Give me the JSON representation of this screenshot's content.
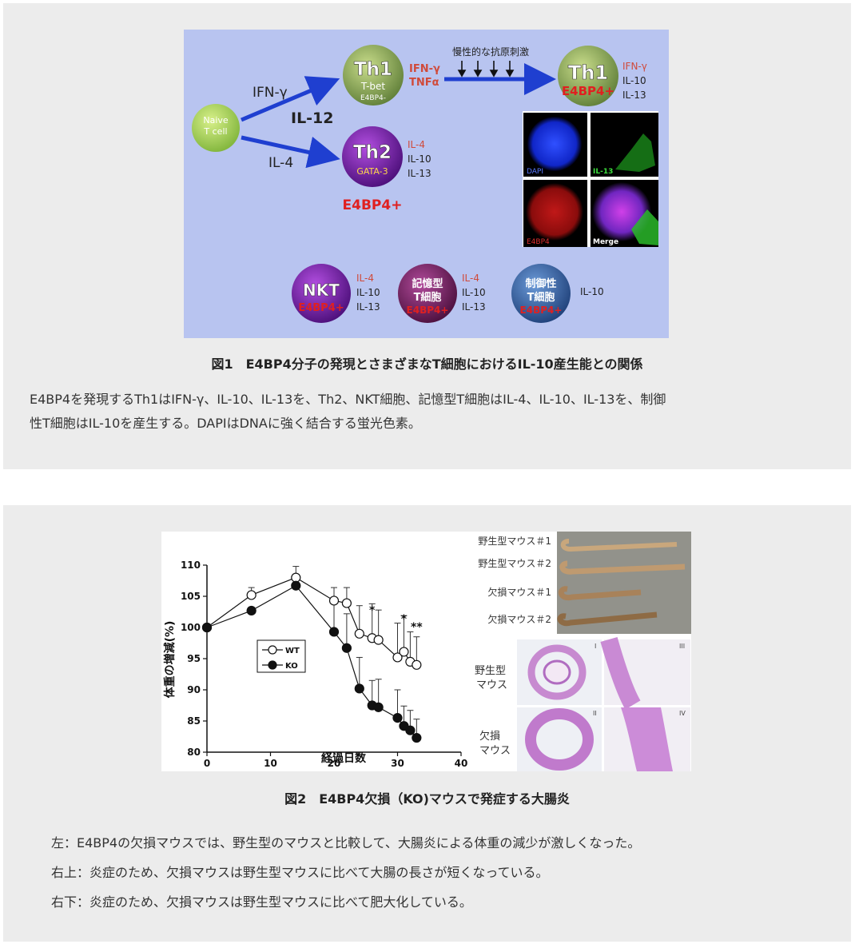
{
  "figure1": {
    "title": "図1　E4BP4分子の発現とさまざまなT細胞におけるIL-10産生能との関係",
    "caption_line1": "E4BP4を発現するTh1はIFN-γ、IL-10、IL-13を、Th2、NKT細胞、記憶型T細胞はIL-4、IL-10、IL-13を、制御",
    "caption_line2": "性T細胞はIL-10を産生する。DAPIはDNAに強く結合する蛍光色素。",
    "diagram": {
      "naive_l1": "Naive",
      "naive_l2": "T cell",
      "arrow_ifng": "IFN-γ",
      "arrow_il12": "IL-12",
      "arrow_il4": "IL-4",
      "th1_name": "Th1",
      "th1_sub1": "T-bet",
      "th1_sub2": "E4BP4-",
      "th1_out1": "IFN-γ",
      "th1_out2": "TNFα",
      "chronic": "慢性的な抗原刺激",
      "th1b_name": "Th1",
      "th1b_e4bp4": "E4BP4+",
      "th1b_out1": "IFN-γ",
      "th1b_out2": "IL-10",
      "th1b_out3": "IL-13",
      "th2_name": "Th2",
      "th2_sub": "GATA-3",
      "th2_out1": "IL-4",
      "th2_out2": "IL-10",
      "th2_out3": "IL-13",
      "th2_e4bp4": "E4BP4+",
      "micro_dapi": "DAPI",
      "micro_il13": "IL-13",
      "micro_e4bp4": "E4BP4",
      "micro_merge": "Merge",
      "nkt_name": "NKT",
      "nkt_e4bp4": "E4BP4+",
      "nkt_out1": "IL-4",
      "nkt_out2": "IL-10",
      "nkt_out3": "IL-13",
      "mem_l1": "記憶型",
      "mem_l2": "T細胞",
      "mem_e4bp4": "E4BP4+",
      "mem_out1": "IL-4",
      "mem_out2": "IL-10",
      "mem_out3": "IL-13",
      "treg_l1": "制御性",
      "treg_l2": "T細胞",
      "treg_e4bp4": "E4BP4+",
      "treg_out1": "IL-10"
    }
  },
  "figure2": {
    "title": "図2　E4BP4欠損（KO)マウスで発症する大腸炎",
    "captions": [
      "左：E4BP4の欠損マウスでは、野生型のマウスと比較して、大腸炎による体重の減少が激しくなった。",
      "右上：炎症のため、欠損マウスは野生型マウスに比べて大腸の長さが短くなっている。",
      "右下：炎症のため、欠損マウスは野生型マウスに比べて肥大化している。"
    ],
    "photo_labels": {
      "wt1": "野生型マウス＃1",
      "wt2": "野生型マウス＃2",
      "ko1": "欠損マウス＃1",
      "ko2": "欠損マウス＃2",
      "wt_hist_l1": "野生型",
      "wt_hist_l2": "マウス",
      "ko_hist_l1": "欠損",
      "ko_hist_l2": "マウス",
      "hist_i": "I",
      "hist_ii": "II",
      "hist_iii": "III",
      "hist_iv": "IV"
    }
  },
  "chart_data": {
    "type": "line",
    "xlabel": "経過日数",
    "ylabel": "体重の増減(%)",
    "xlim": [
      0,
      40
    ],
    "ylim": [
      80,
      110
    ],
    "xticks": [
      "0",
      "10",
      "20",
      "30",
      "40"
    ],
    "yticks": [
      "80",
      "85",
      "90",
      "95",
      "100",
      "105",
      "110"
    ],
    "legend_position": "left-middle",
    "significance": [
      "*",
      "*",
      "**"
    ],
    "series": [
      {
        "name": "WT",
        "marker": "open-circle",
        "x": [
          0,
          7,
          14,
          20,
          22,
          24,
          26,
          27,
          30,
          31,
          32,
          33
        ],
        "y": [
          100,
          105.2,
          108,
          104.3,
          103.9,
          99,
          98.3,
          98,
          95.2,
          96.1,
          94.5,
          94
        ],
        "err": [
          0,
          1.2,
          1.8,
          2.1,
          2.5,
          4.5,
          5.5,
          4.8,
          5.5,
          5.8,
          4.8,
          4.5
        ]
      },
      {
        "name": "KO",
        "marker": "filled-circle",
        "x": [
          0,
          7,
          14,
          20,
          22,
          24,
          26,
          27,
          30,
          31,
          32,
          33
        ],
        "y": [
          100,
          102.7,
          106.7,
          99.3,
          96.7,
          90.2,
          87.5,
          87.2,
          85.5,
          84.2,
          83.5,
          82.3
        ],
        "err": [
          0,
          0,
          0,
          4.5,
          5.5,
          5,
          4,
          4.5,
          4.5,
          3.2,
          3.2,
          3
        ]
      }
    ]
  },
  "colors": {
    "panel_bg": "#ececec",
    "diagram_bg": "#b8c4f0",
    "arrow_blue": "#1f3fd0",
    "accent_red": "#e02020",
    "cytokine_red": "#d04a3a"
  }
}
